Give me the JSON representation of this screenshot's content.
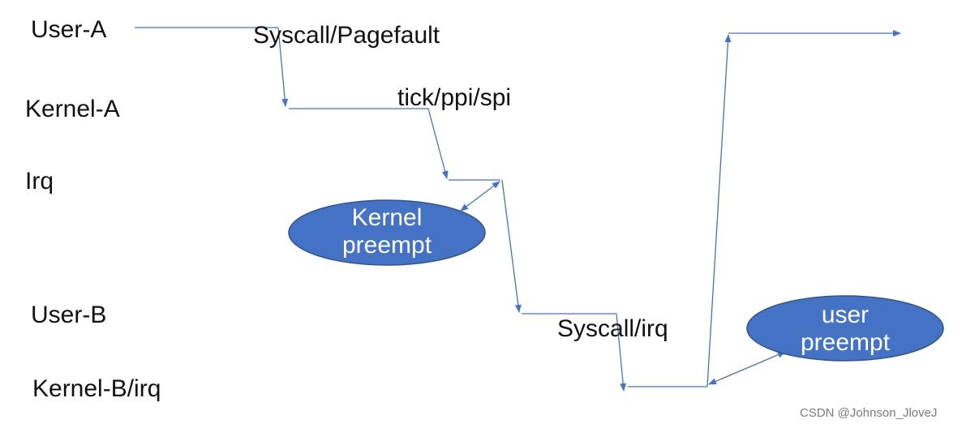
{
  "lanes": {
    "user_a": "User-A",
    "kernel_a": "Kernel-A",
    "irq": "Irq",
    "user_b": "User-B",
    "kernel_b": "Kernel-B/irq"
  },
  "transitions": {
    "syscall_pagefault": "Syscall/Pagefault",
    "tick_ppi_spi": "tick/ppi/spi",
    "syscall_irq": "Syscall/irq"
  },
  "bubbles": {
    "kernel_preempt": [
      "Kernel",
      "preempt"
    ],
    "user_preempt": [
      "user",
      "preempt"
    ]
  },
  "watermark": "CSDN @Johnson_JloveJ",
  "colors": {
    "line": "#4472c4",
    "bubble_fill": "#4472c4",
    "bubble_stroke": "#2f528f"
  }
}
